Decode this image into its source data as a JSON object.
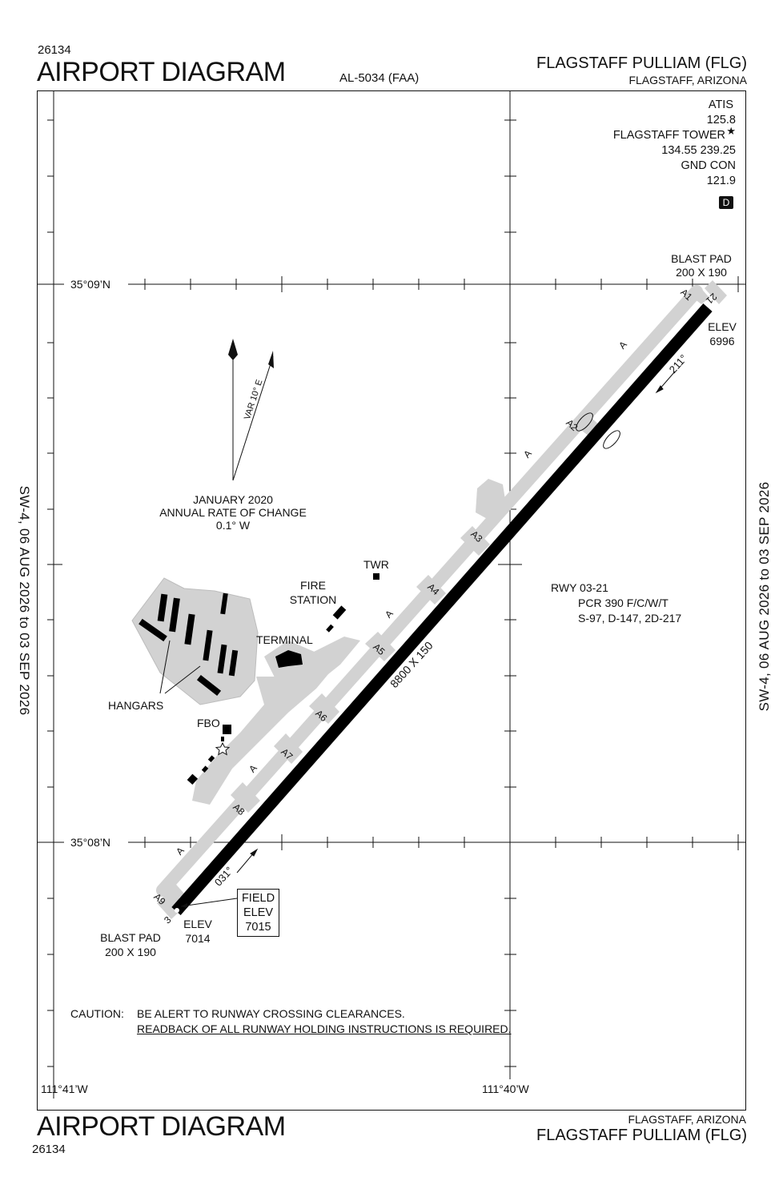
{
  "header": {
    "doc_number": "26134",
    "title": "AIRPORT DIAGRAM",
    "procedure_id": "AL-5034 (FAA)",
    "airport_name": "FLAGSTAFF PULLIAM (FLG)",
    "location": "FLAGSTAFF, ARIZONA"
  },
  "footer": {
    "doc_number": "26134",
    "title": "AIRPORT DIAGRAM",
    "airport_name": "FLAGSTAFF PULLIAM (FLG)",
    "location": "FLAGSTAFF, ARIZONA"
  },
  "side_text": {
    "left": "SW-4, 06 AUG 2026 to 03 SEP 2026",
    "right": "SW-4, 06 AUG 2026 to 03 SEP 2026"
  },
  "frequencies": {
    "atis_label": "ATIS",
    "atis_freq": "125.8",
    "tower_label": "FLAGSTAFF TOWER",
    "tower_freq": "134.55 239.25",
    "gnd_label": "GND CON",
    "gnd_freq": "121.9",
    "dgps_badge": "D"
  },
  "grid": {
    "lat_north": "35°09’N",
    "lat_south": "35°08’N",
    "lon_west": "111°41’W",
    "lon_east": "111°40’W"
  },
  "magnetic": {
    "var_label": "VAR 10° E",
    "epoch": "JANUARY 2020",
    "rate_label": "ANNUAL RATE OF CHANGE",
    "rate_value": "0.1° W"
  },
  "runway": {
    "designation_text": "RWY 03-21",
    "pcr": "PCR 390 F/C/W/T",
    "strength": "S-97, D-147, 2D-217",
    "dimensions": "8800 X 150",
    "end_north_number": "21",
    "end_south_number": "3",
    "heading_north": "211°",
    "heading_south": "031°",
    "elev_north_label": "ELEV",
    "elev_north_value": "6996",
    "elev_south_label": "ELEV",
    "elev_south_value": "7014",
    "blast_pad_north_label": "BLAST PAD",
    "blast_pad_north_dims": "200 X 190",
    "blast_pad_south_label": "BLAST PAD",
    "blast_pad_south_dims": "200 X 190"
  },
  "field_elev": {
    "line1": "FIELD",
    "line2": "ELEV",
    "value": "7015"
  },
  "taxiways": {
    "a": "A",
    "a1": "A1",
    "a2": "A2",
    "a3": "A3",
    "a4": "A4",
    "a5": "A5",
    "a6": "A6",
    "a7": "A7",
    "a8": "A8",
    "a9": "A9"
  },
  "facilities": {
    "twr": "TWR",
    "fire_line1": "FIRE",
    "fire_line2": "STATION",
    "terminal": "TERMINAL",
    "fbo": "FBO",
    "hangars": "HANGARS"
  },
  "caution": {
    "label": "CAUTION:",
    "line1": "BE ALERT TO RUNWAY CROSSING CLEARANCES.",
    "line2": "READBACK OF ALL RUNWAY HOLDING INSTRUCTIONS IS REQUIRED."
  },
  "colors": {
    "runway": "#000000",
    "taxiway": "#d2d2d2",
    "ink": "#111111"
  }
}
